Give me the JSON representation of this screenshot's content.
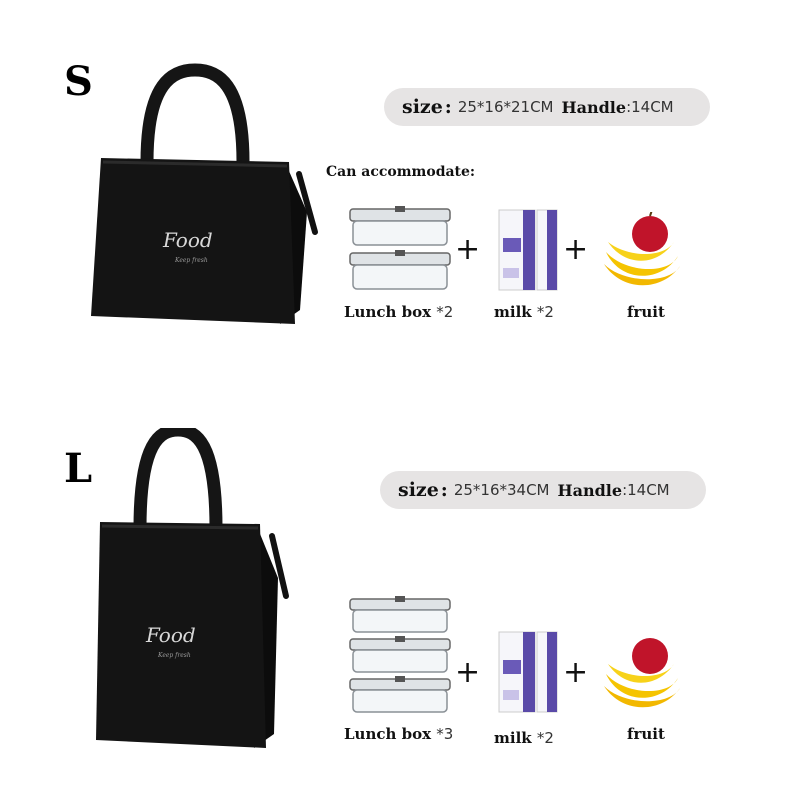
{
  "colors": {
    "bag": "#111111",
    "pill_bg": "#e6e4e4",
    "banana": "#f5c400",
    "apple": "#c0142a"
  },
  "small": {
    "size_letter": "S",
    "size_key": "size",
    "size_colon": ":",
    "size_value": "25*16*21CM",
    "handle_key": "Handle",
    "handle_value": ":14CM",
    "accommodate": "Can accommodate:",
    "bag_brand": "Food",
    "bag_tagline": "Keep fresh",
    "items": [
      {
        "label": "Lunch box",
        "qty": "*2"
      },
      {
        "label": "milk",
        "qty": "*2"
      },
      {
        "label": "fruit",
        "qty": ""
      }
    ],
    "plus": "+"
  },
  "large": {
    "size_letter": "L",
    "size_key": "size",
    "size_colon": ":",
    "size_value": "25*16*34CM",
    "handle_key": "Handle",
    "handle_value": ":14CM",
    "bag_brand": "Food",
    "bag_tagline": "Keep fresh",
    "items": [
      {
        "label": "Lunch box",
        "qty": "*3"
      },
      {
        "label": "milk",
        "qty": "*2"
      },
      {
        "label": "fruit",
        "qty": ""
      }
    ],
    "plus": "+"
  }
}
